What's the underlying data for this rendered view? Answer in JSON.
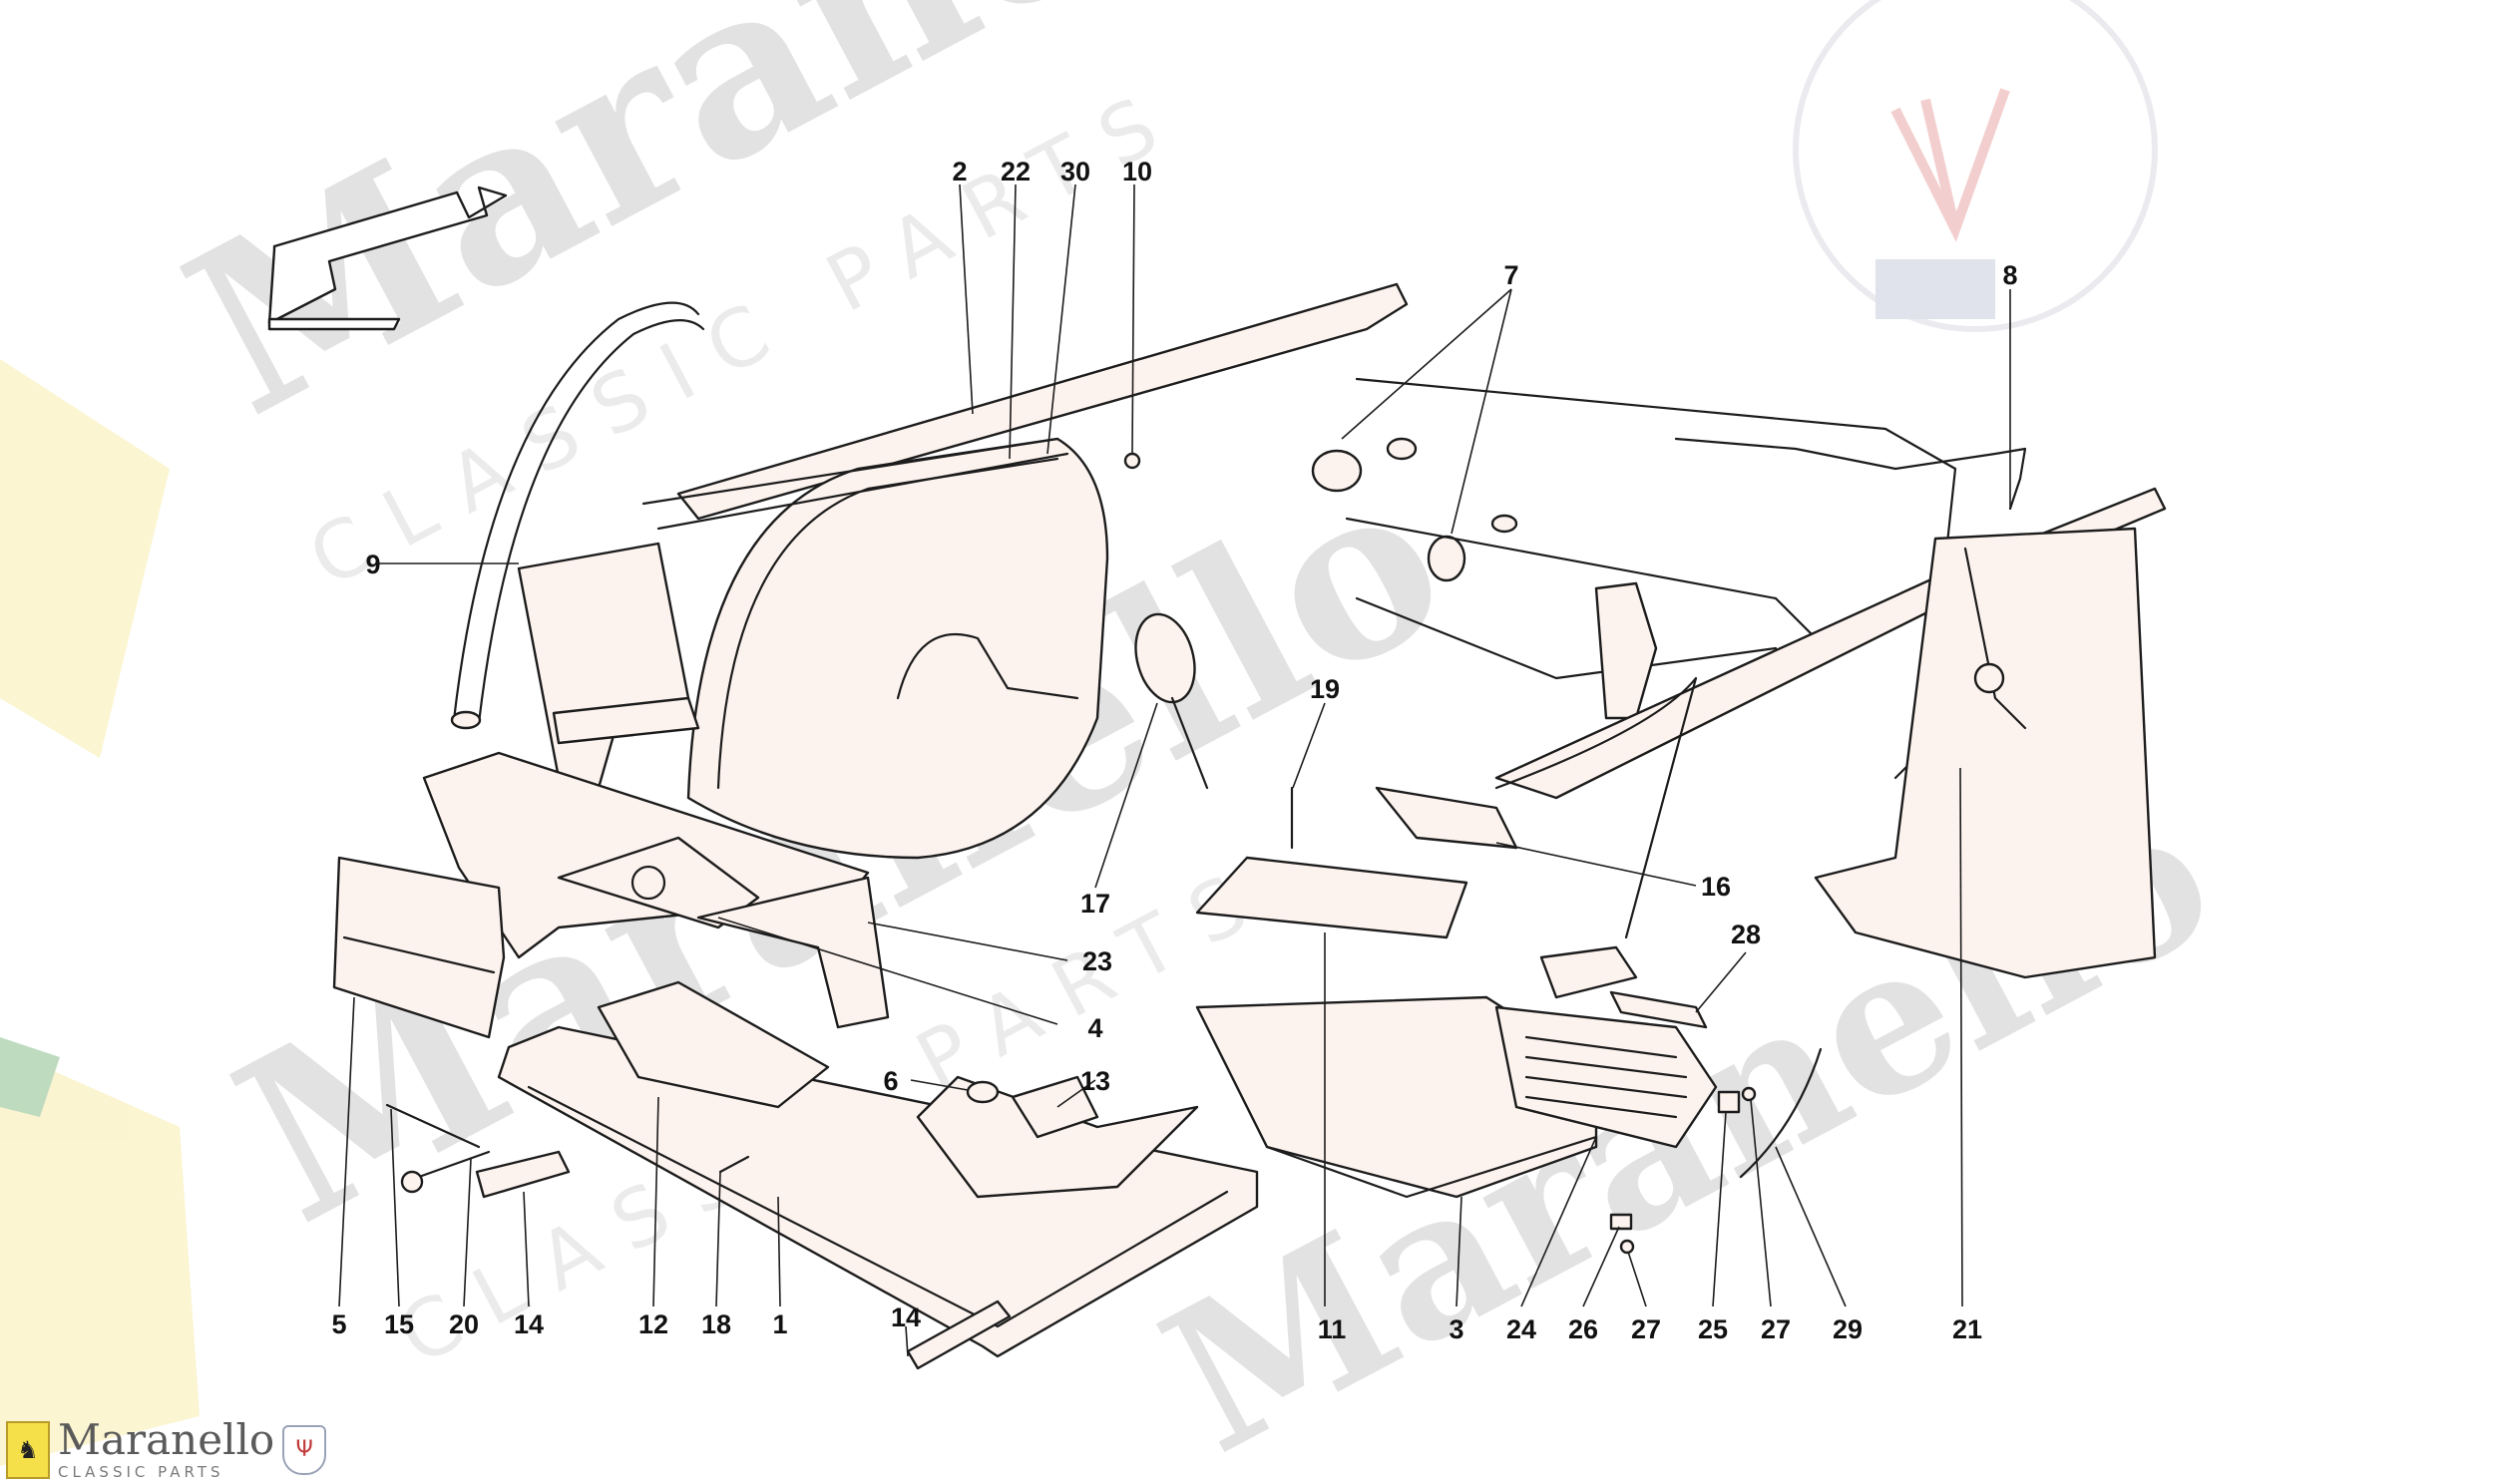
{
  "watermark": {
    "word": "Maranello",
    "subtitle": "CLASSIC PARTS"
  },
  "brand": {
    "name": "Maranello",
    "subtitle": "CLASSIC PARTS",
    "shield_icon": "prancing-horse-shield-icon",
    "badge_icon": "trident-badge-icon"
  },
  "diagram": {
    "direction_arrow": "front-direction-arrow-icon",
    "part_color": "#fdf3ee",
    "callouts": [
      {
        "id": "c1",
        "label": "1"
      },
      {
        "id": "c2",
        "label": "2"
      },
      {
        "id": "c3",
        "label": "3"
      },
      {
        "id": "c4",
        "label": "4"
      },
      {
        "id": "c5",
        "label": "5"
      },
      {
        "id": "c6",
        "label": "6"
      },
      {
        "id": "c7",
        "label": "7"
      },
      {
        "id": "c8",
        "label": "8"
      },
      {
        "id": "c9",
        "label": "9"
      },
      {
        "id": "c10",
        "label": "10"
      },
      {
        "id": "c11",
        "label": "11"
      },
      {
        "id": "c12",
        "label": "12"
      },
      {
        "id": "c13",
        "label": "13"
      },
      {
        "id": "c14a",
        "label": "14"
      },
      {
        "id": "c14b",
        "label": "14"
      },
      {
        "id": "c15",
        "label": "15"
      },
      {
        "id": "c16",
        "label": "16"
      },
      {
        "id": "c17",
        "label": "17"
      },
      {
        "id": "c18",
        "label": "18"
      },
      {
        "id": "c19",
        "label": "19"
      },
      {
        "id": "c20",
        "label": "20"
      },
      {
        "id": "c21",
        "label": "21"
      },
      {
        "id": "c22",
        "label": "22"
      },
      {
        "id": "c23",
        "label": "23"
      },
      {
        "id": "c24",
        "label": "24"
      },
      {
        "id": "c25",
        "label": "25"
      },
      {
        "id": "c26",
        "label": "26"
      },
      {
        "id": "c27a",
        "label": "27"
      },
      {
        "id": "c27b",
        "label": "27"
      },
      {
        "id": "c28",
        "label": "28"
      },
      {
        "id": "c29",
        "label": "29"
      },
      {
        "id": "c30",
        "label": "30"
      }
    ]
  }
}
